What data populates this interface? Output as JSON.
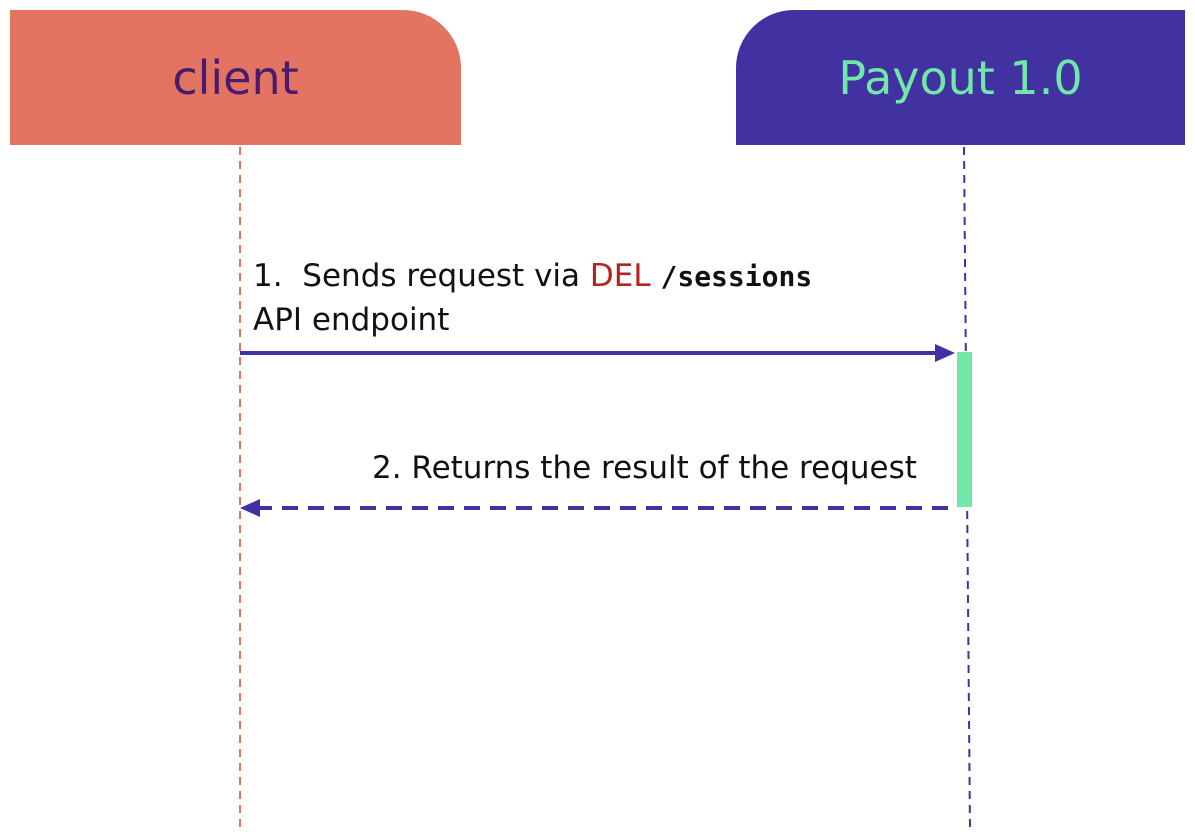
{
  "colors": {
    "client": "#e37462",
    "client_text": "#4a1a6e",
    "payout": "#4231a1",
    "payout_text": "#71e8a8",
    "activation": "#71e8a8",
    "arrow": "#4231a1",
    "method": "#b52222"
  },
  "participants": {
    "client": "client",
    "payout": "Payout 1.0"
  },
  "messages": {
    "request": {
      "number": "1.",
      "text": "Sends request via",
      "method": "DEL",
      "path": "/sessions",
      "line2": "API endpoint"
    },
    "response": {
      "text": "2. Returns the result of the request"
    }
  }
}
